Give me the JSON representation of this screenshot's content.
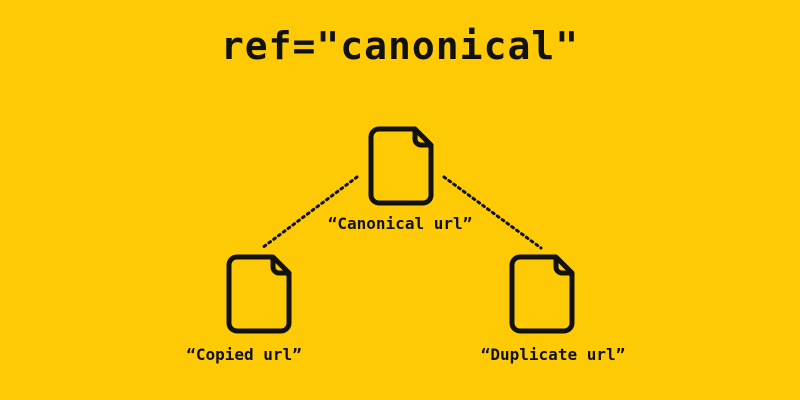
{
  "title": "ref=\"canonical\"",
  "nodes": {
    "canonical": "“Canonical url”",
    "copied": "“Copied url”",
    "duplicate": "“Duplicate url”"
  },
  "colors": {
    "background": "#FDCA05",
    "ink": "#111111"
  }
}
